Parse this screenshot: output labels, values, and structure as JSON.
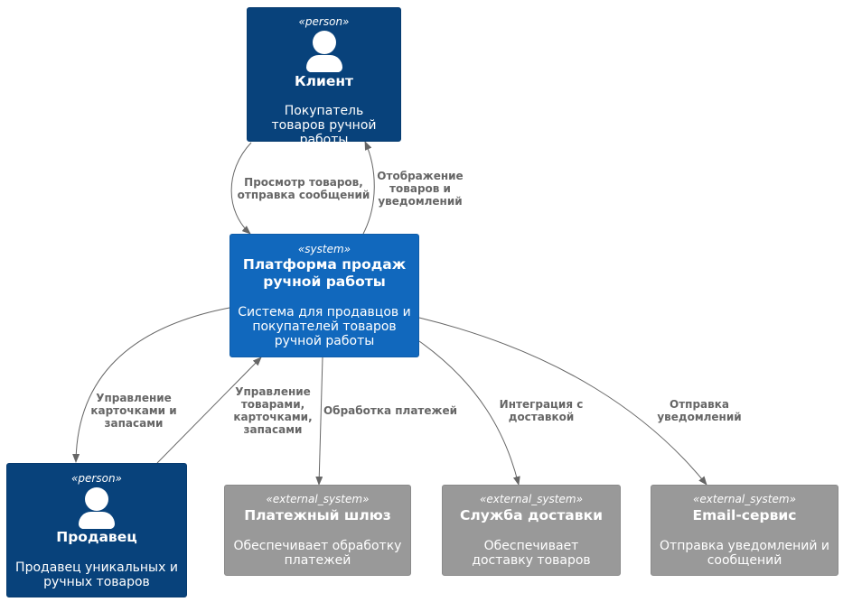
{
  "colors": {
    "person": "#08427b",
    "system": "#1168bd",
    "external_system": "#999999",
    "edge": "#666666",
    "edge_label": "#666666"
  },
  "nodes": {
    "client": {
      "stereotype": "«person»",
      "icon": "person-icon",
      "title": "Клиент",
      "description": "Покупатель товаров ручной работы"
    },
    "platform": {
      "stereotype": "«system»",
      "title": "Платформа продаж ручной работы",
      "description": "Система для продавцов и покупателей товаров ручной работы"
    },
    "seller": {
      "stereotype": "«person»",
      "icon": "person-icon",
      "title": "Продавец",
      "description": "Продавец уникальных и ручных товаров"
    },
    "payment": {
      "stereotype": "«external_system»",
      "title": "Платежный шлюз",
      "description": "Обеспечивает обработку платежей"
    },
    "delivery": {
      "stereotype": "«external_system»",
      "title": "Служба доставки",
      "description": "Обеспечивает доставку товаров"
    },
    "email": {
      "stereotype": "«external_system»",
      "title": "Email-сервис",
      "description": "Отправка уведомлений и сообщений"
    }
  },
  "edges": {
    "client_to_platform": "Просмотр товаров,\nотправка сообщений",
    "platform_to_client": "Отображение\nтоваров и\nуведомлений",
    "platform_to_seller": "Управление\nкарточками и\nзапасами",
    "seller_to_platform": "Управление\nтоварами,\nкарточками,\nзапасами",
    "platform_to_payment": "Обработка платежей",
    "platform_to_delivery": "Интеграция с\nдоставкой",
    "platform_to_email": "Отправка\nуведомлений"
  }
}
